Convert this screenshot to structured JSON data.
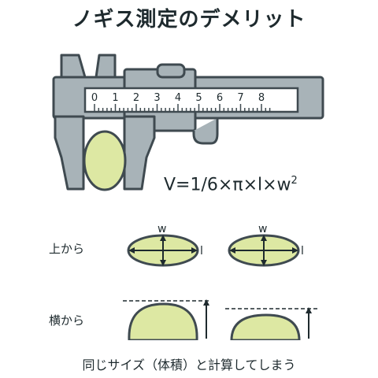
{
  "title": "ノギス測定のデメリット",
  "formula": {
    "text": "V=1/6×π×l×w",
    "exponent": "2"
  },
  "scale": {
    "labels": [
      "0",
      "1",
      "2",
      "3",
      "4",
      "5",
      "6",
      "7",
      "8"
    ]
  },
  "views": {
    "top": {
      "label": "上から",
      "w": "w",
      "l": "l"
    },
    "side": {
      "label": "横から"
    }
  },
  "caption": "同じサイズ（体積）と計算してしまう",
  "colors": {
    "outline": "#3f4a50",
    "metal": "#a8b3b8",
    "egg": "#dde8a3",
    "text": "#1e2a2e"
  }
}
